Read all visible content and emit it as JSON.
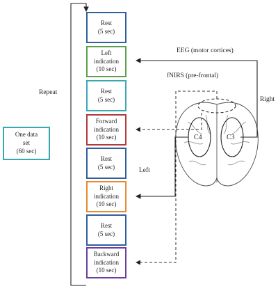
{
  "sequence": [
    {
      "line1": "Rest",
      "line2": "(5 sec)",
      "color": "#2f5f9e"
    },
    {
      "line1": "Left",
      "line2": "indication",
      "line3": "(10 sec)",
      "color": "#5aa04a"
    },
    {
      "line1": "Rest",
      "line2": "(5 sec)",
      "color": "#3aa7b5"
    },
    {
      "line1": "Forward",
      "line2": "indication",
      "line3": "(10 sec)",
      "color": "#b23a3a"
    },
    {
      "line1": "Rest",
      "line2": "(5 sec)",
      "color": "#2f5f9e"
    },
    {
      "line1": "Right",
      "line2": "indication",
      "line3": "(10 sec)",
      "color": "#e58a2e"
    },
    {
      "line1": "Rest",
      "line2": "(5 sec)",
      "color": "#2f5f9e"
    },
    {
      "line1": "Backward",
      "line2": "indication",
      "line3": "(10 sec)",
      "color": "#6a3fa0"
    }
  ],
  "dataset": {
    "line1": "One data",
    "line2": "set",
    "line3": "(60 sec)",
    "color": "#3aa7b5"
  },
  "labels": {
    "repeat": "Repeat",
    "eeg": "EEG (motor cortices)",
    "fnirs": "fNIRS (pre-frontal)",
    "right": "Right",
    "left": "Left",
    "c3": "C3",
    "c4": "C4"
  }
}
